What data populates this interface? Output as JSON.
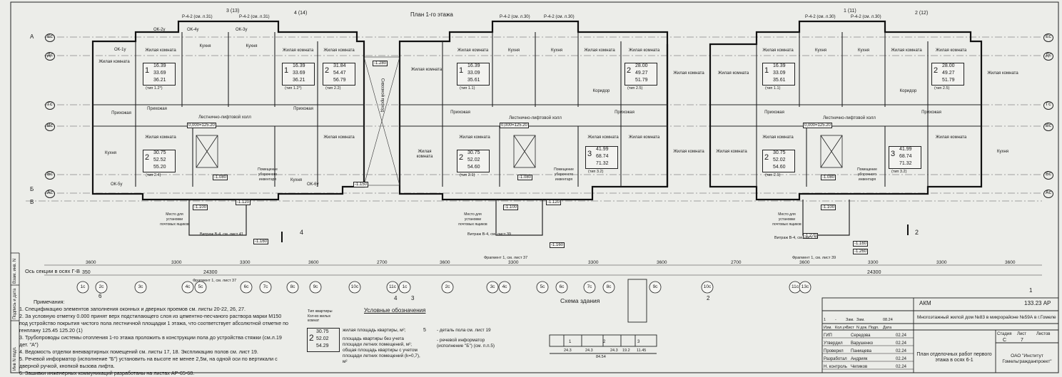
{
  "plan_title": "План 1-го этажа",
  "section_label": "Ось секции в осях Г-В",
  "cut_marks": [
    "3 (13)",
    "4 (14)",
    "1 (11)",
    "2 (12)",
    "4",
    "2"
  ],
  "wall_marks": [
    "Р-4-2 (см. л.31)",
    "Р-4-2 (см. л.31)",
    "Р-4-2 (см. л.30)",
    "Р-4-2 (см. л.30)",
    "Р-4-2 (см. л.30)",
    "Р-4-2 (см. л.30)"
  ],
  "window_marks": [
    "ОК-2у",
    "ОК-1у",
    "ОК-4у",
    "ОК-3у",
    "ОК-6у",
    "ОК-5у"
  ],
  "row_axes_left": [
    "Ес",
    "Дс",
    "Гс",
    "Вс",
    "Бс",
    "Ас"
  ],
  "row_axes_right": [
    "Ес",
    "Дс",
    "Гс",
    "Вс",
    "Бс",
    "Ас"
  ],
  "left_axis_letters": [
    "А",
    "Б",
    "В"
  ],
  "apartments": [
    {
      "num": "1",
      "a": "16.39",
      "b": "33.69",
      "c": "36.21",
      "type": "(тип 1.2*)"
    },
    {
      "num": "1",
      "a": "16.39",
      "b": "33.69",
      "c": "36.21",
      "type": "(тип 1.2*)"
    },
    {
      "num": "2",
      "a": "31.84",
      "b": "54.47",
      "c": "56.79",
      "type": "(тип 2.2)"
    },
    {
      "num": "2",
      "a": "30.75",
      "b": "52.52",
      "c": "55.20",
      "type": "(тип 2.4)"
    },
    {
      "num": "1",
      "a": "16.39",
      "b": "33.09",
      "c": "35.61",
      "type": "(тип 1.1)"
    },
    {
      "num": "2",
      "a": "28.00",
      "b": "49.27",
      "c": "51.79",
      "type": "(тип 2.5)"
    },
    {
      "num": "2",
      "a": "30.75",
      "b": "52.02",
      "c": "54.60",
      "type": "(тип 2.1)"
    },
    {
      "num": "3",
      "a": "41.99",
      "b": "68.74",
      "c": "71.32",
      "type": "(тип 3.2)"
    },
    {
      "num": "1",
      "a": "16.39",
      "b": "33.09",
      "c": "35.61",
      "type": "(тип 1.1)"
    },
    {
      "num": "2",
      "a": "28.00",
      "b": "49.27",
      "c": "51.79",
      "type": "(тип 2.5)"
    },
    {
      "num": "2",
      "a": "30.75",
      "b": "52.02",
      "c": "54.60",
      "type": "(тип 2.1)"
    },
    {
      "num": "3",
      "a": "41.99",
      "b": "68.74",
      "c": "71.32",
      "type": "(тип 3.2)"
    }
  ],
  "rooms": {
    "living": "Жилая комната",
    "kitchen": "Кухня",
    "hall": "Прихожая",
    "corridor": "Коридор",
    "stair": "Лестнично-лифтовой холл",
    "passage": "Сквозной проход",
    "mail": "Место для установки почтовых ящиков",
    "pump": "Помещение уборочного инвентаря"
  },
  "levels": [
    "0,000=125.20",
    "-1.080",
    "-1.100",
    "-1.120",
    "-1.150",
    "-1.160",
    "-1.260",
    "-1.270",
    "-1.280"
  ],
  "dims_bottom": {
    "spans": [
      "3600",
      "3300",
      "3300",
      "3600",
      "2700",
      "3600",
      "3300",
      "3300",
      "3600",
      "2700",
      "3600",
      "3300",
      "3300",
      "3600"
    ],
    "totals": [
      "24300",
      "24300"
    ],
    "edge": "350"
  },
  "axes_bottom": [
    "1с",
    "2с",
    "3с",
    "4с",
    "5с",
    "6с",
    "7с",
    "8с",
    "9с",
    "10с",
    "11с",
    "1с",
    "2с",
    "3с",
    "4с",
    "5с",
    "6с",
    "7с",
    "8с",
    "9с",
    "10с",
    "11с",
    "13с"
  ],
  "circle_marks": [
    "6",
    "4",
    "3",
    "2",
    "1"
  ],
  "fragments": [
    "Фрагмент 1, см. лист 37",
    "Фрагмент 1, см. лист 37",
    "Фрагмент 1, см. лист 39"
  ],
  "stained_glass": [
    "Витраж В-4, см. лист 41",
    "Витраж В-4, см. лист 39",
    "Витраж В-4, см. лист 37"
  ],
  "notes": {
    "title": "Примечания:",
    "items": [
      "1. Спецификацию элементов заполнения оконных и дверных проемов см. листы 20-22, 26, 27.",
      "2. За условную отметку 0.000 принят верх подстилающего слоя из цементно-песчаного раствора марки М150",
      "под устройство покрытия чистого пола лестничной площадки 1 этажа, что соответствует абсолютной отметке по",
      "генплану 125.45 125.20 (1)",
      "3. Трубопроводы системы отопления 1-го этажа проложить в конструкции пола до устройства стяжки (см.л.19",
      "дет. \"А\")",
      "4. Ведомость отделки внеквартирных помещений см. листы 17, 18. Экспликацию полов см. лист 19.",
      "5. Речевой информатор (исполнение \"Б\") установить на высоте не менее 2,5м, на одной оси по вертикали с",
      "дверной ручкой, кнопкой вызова лифта.",
      "6. Зашивки инженерных коммуникаций разработаны на листах АР-65-68."
    ]
  },
  "legend": {
    "title": "Условные обозначения",
    "type_header": "Тип квартиры",
    "count_header": "Кол-во жилых комнат",
    "sample_num": "2",
    "sample_vals": [
      "30.75",
      "52.02",
      "54.29"
    ],
    "lines": [
      "жилая площадь квартиры, м²;",
      "площадь квартиры без учета площади летних помещений, м²;",
      "общая площадь квартиры с учетом площади летних помещений (k=0,7), м²"
    ],
    "detail_mark": "5",
    "detail_text": "- деталь пола см. лист 19",
    "informer_text": "- речевой информатор (исполнение \"Б\") (см. п.п.5)"
  },
  "scheme": {
    "title": "Схема здания",
    "dims": [
      "24.3",
      "24.3",
      "24.3",
      "19.2",
      "11.45",
      "84.54"
    ],
    "labels": [
      "1",
      "2",
      "3"
    ]
  },
  "title_block": {
    "doc_code": "АКМ",
    "sheet_code": "133.23 АР",
    "project": "Многоэтажный жилой дом №83 в микрорайоне №59А в г.Гомеле",
    "head_cols": [
      "Изм.",
      "Кол.уч.",
      "Лист",
      "N док.",
      "Подп.",
      "Дата"
    ],
    "rev_row": [
      "1",
      "-",
      "Зам.",
      "Зам.",
      "",
      "08.24"
    ],
    "roles": [
      {
        "role": "ГИП",
        "name": "Середова",
        "date": "02.24"
      },
      {
        "role": "Утвердил",
        "name": "Варушенко",
        "date": "02.24"
      },
      {
        "role": "Проверил",
        "name": "Панищева",
        "date": "02.24"
      },
      {
        "role": "Разработал",
        "name": "Андрияк",
        "date": "02.24"
      },
      {
        "role": "Н. контроль",
        "name": "Чепиков",
        "date": "02.24"
      }
    ],
    "stage_label": "Стадия",
    "sheet_label": "Лист",
    "sheets_label": "Листов",
    "stage": "С",
    "sheet": "7",
    "sheets": "",
    "drawing_title": "План отделочных работ первого этажа в осях 6-1",
    "org": "ОАО \"Институт Гомельгражданпроект\""
  },
  "side_stamps": [
    "Взам. инв. N",
    "Подпись и дата",
    "Инв N подл."
  ]
}
